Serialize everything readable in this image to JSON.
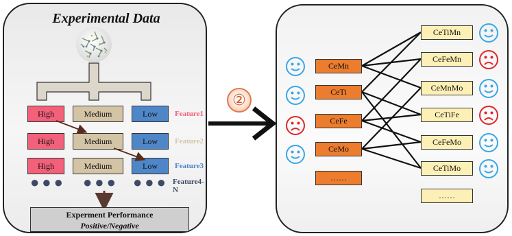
{
  "left_panel": {
    "title": "Experimental Data",
    "rows": [
      {
        "high": "High",
        "medium": "Medium",
        "low": "Low",
        "feature": "Feature1",
        "feature_color": "#f2607a"
      },
      {
        "high": "High",
        "medium": "Medium",
        "low": "Low",
        "feature": "Feature2",
        "feature_color": "#d4c4a6"
      },
      {
        "high": "High",
        "medium": "Medium",
        "low": "Low",
        "feature": "Feature3",
        "feature_color": "#4e86c8"
      }
    ],
    "more_features": "Feature4-N",
    "performance": {
      "title": "Experment Performance",
      "subtitle": "Positive/Negative"
    }
  },
  "step_marker": "②",
  "right_panel": {
    "left_column": [
      "CeMn",
      "CeTi",
      "CeFe",
      "CeMo",
      "……"
    ],
    "left_faces": [
      "happy",
      "happy",
      "sad",
      "happy"
    ],
    "right_column": [
      "CeTiMn",
      "CeFeMn",
      "CeMnMo",
      "CeTiFe",
      "CeFeMo",
      "CeTiMo",
      "……"
    ],
    "right_faces": [
      "happy",
      "sad",
      "happy",
      "sad",
      "happy",
      "happy"
    ]
  },
  "colors": {
    "high": "#f2607a",
    "medium": "#d4c4a6",
    "low": "#4e86c8",
    "element_box": "#ec7c2e",
    "compound_box": "#fdf0b6",
    "happy_face": "#3aa6e6",
    "sad_face": "#e0262a",
    "step": "#d2552a"
  }
}
